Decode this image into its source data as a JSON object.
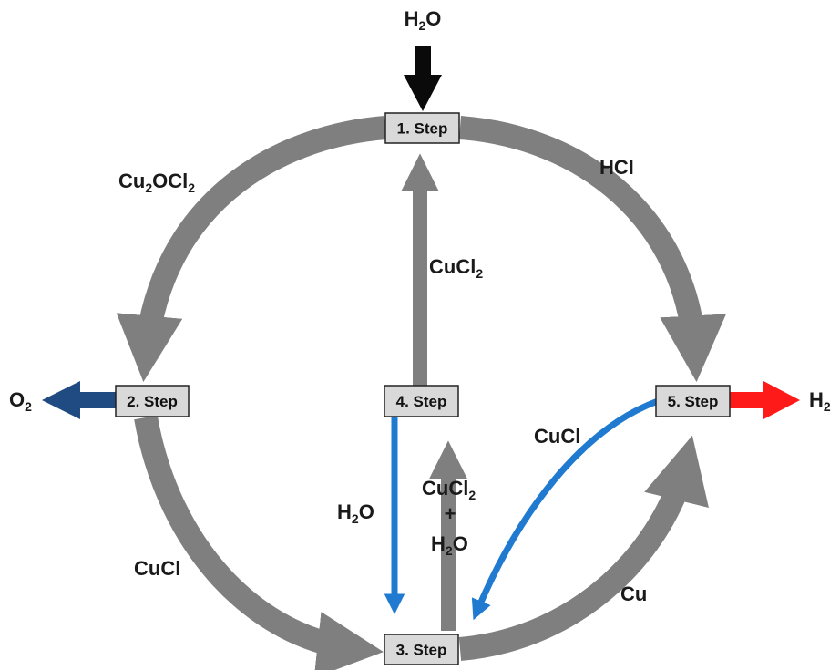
{
  "colors": {
    "cycle_arrow": "#7f7f7f",
    "water_arrow": "#0a0a0a",
    "oxygen_arrow": "#1f4a82",
    "hydrogen_arrow": "#ff1a1a",
    "recycle_arrow": "#1f7ad0",
    "step_box_fill": "#d9d9d9"
  },
  "steps": {
    "step1": "1. Step",
    "step2": "2. Step",
    "step3": "3. Step",
    "step4": "4. Step",
    "step5": "5. Step"
  },
  "inputs": {
    "water_in": {
      "main": "H",
      "sub": "2",
      "tail": "O"
    }
  },
  "outputs": {
    "oxygen_out": {
      "main": "O",
      "sub": "2"
    },
    "hydrogen_out": {
      "main": "H",
      "sub": "2"
    }
  },
  "flows": {
    "step1_to_step2": {
      "p1": "Cu",
      "s1": "2",
      "p2": "OCl",
      "s2": "2"
    },
    "step1_to_step5": {
      "text": "HCl"
    },
    "step4_to_step1": {
      "p1": "CuCl",
      "s1": "2"
    },
    "step2_to_step3": {
      "text": "CuCl"
    },
    "step3_to_step5": {
      "text": "Cu"
    },
    "step5_to_step3": {
      "text": "CuCl"
    },
    "step4_to_step3": {
      "main": "H",
      "sub": "2",
      "tail": "O"
    },
    "step3_to_step4": {
      "line1": {
        "p1": "CuCl",
        "s1": "2"
      },
      "plus": "+",
      "line3": {
        "main": "H",
        "sub": "2",
        "tail": "O"
      }
    }
  }
}
